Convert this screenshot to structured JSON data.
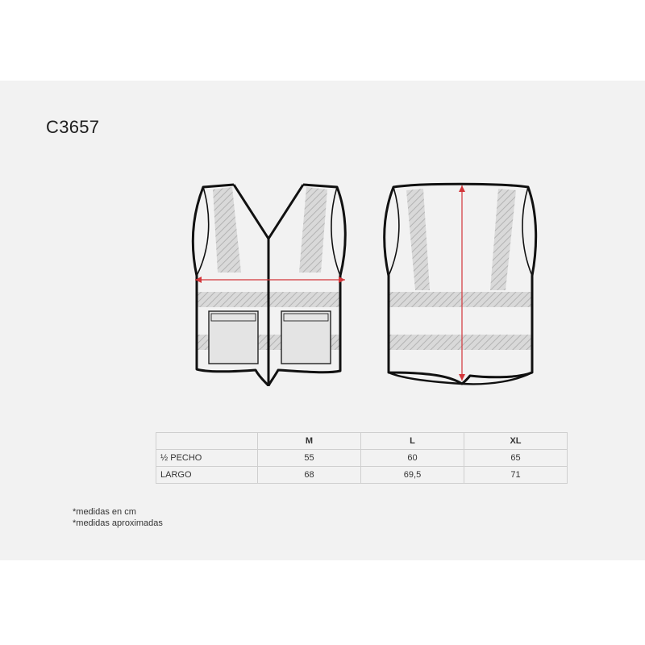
{
  "product": {
    "code": "C3657"
  },
  "size_table": {
    "columns": [
      "M",
      "L",
      "XL"
    ],
    "rows": [
      {
        "label": "½  PECHO",
        "values": [
          "55",
          "60",
          "65"
        ]
      },
      {
        "label": "LARGO",
        "values": [
          "68",
          "69,5",
          "71"
        ]
      }
    ]
  },
  "notes": [
    "*medidas en cm",
    "*medidas aproximadas"
  ],
  "colors": {
    "sheet": "#f2f2f2",
    "outline": "#111111",
    "reflective": "#d6d6d6",
    "measure": "#d3363a"
  }
}
